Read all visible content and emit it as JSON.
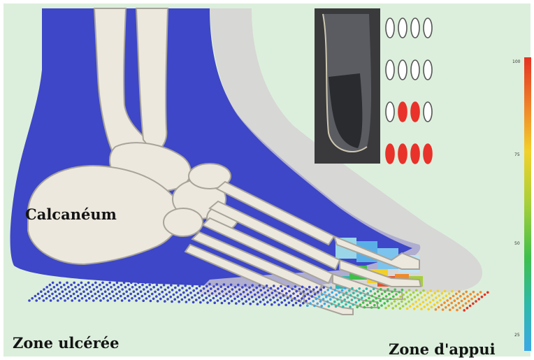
{
  "labels": {
    "calcaneum": "Calcanéum",
    "ulcer_zone": "Zone ulcérée",
    "support_zone": "Zone d'appui"
  },
  "colorbar": {
    "ticks": [
      "100",
      "75",
      "50",
      "25"
    ],
    "colors": [
      "#e53222",
      "#f08a2a",
      "#f2d02a",
      "#a6cf3a",
      "#3fbf4a",
      "#2fb9a8",
      "#3aa8e6"
    ]
  },
  "indicator_grid": {
    "rows": [
      [
        false,
        false,
        false,
        false
      ],
      [
        false,
        false,
        false,
        false
      ],
      [
        false,
        true,
        true,
        false
      ],
      [
        true,
        true,
        true,
        true
      ]
    ],
    "active_color": "#e8322a"
  },
  "colors": {
    "background": "#dcefdc",
    "insole": "#3e47c7",
    "bone": "#ece8de",
    "bone_shadow": "#a8a49a"
  }
}
